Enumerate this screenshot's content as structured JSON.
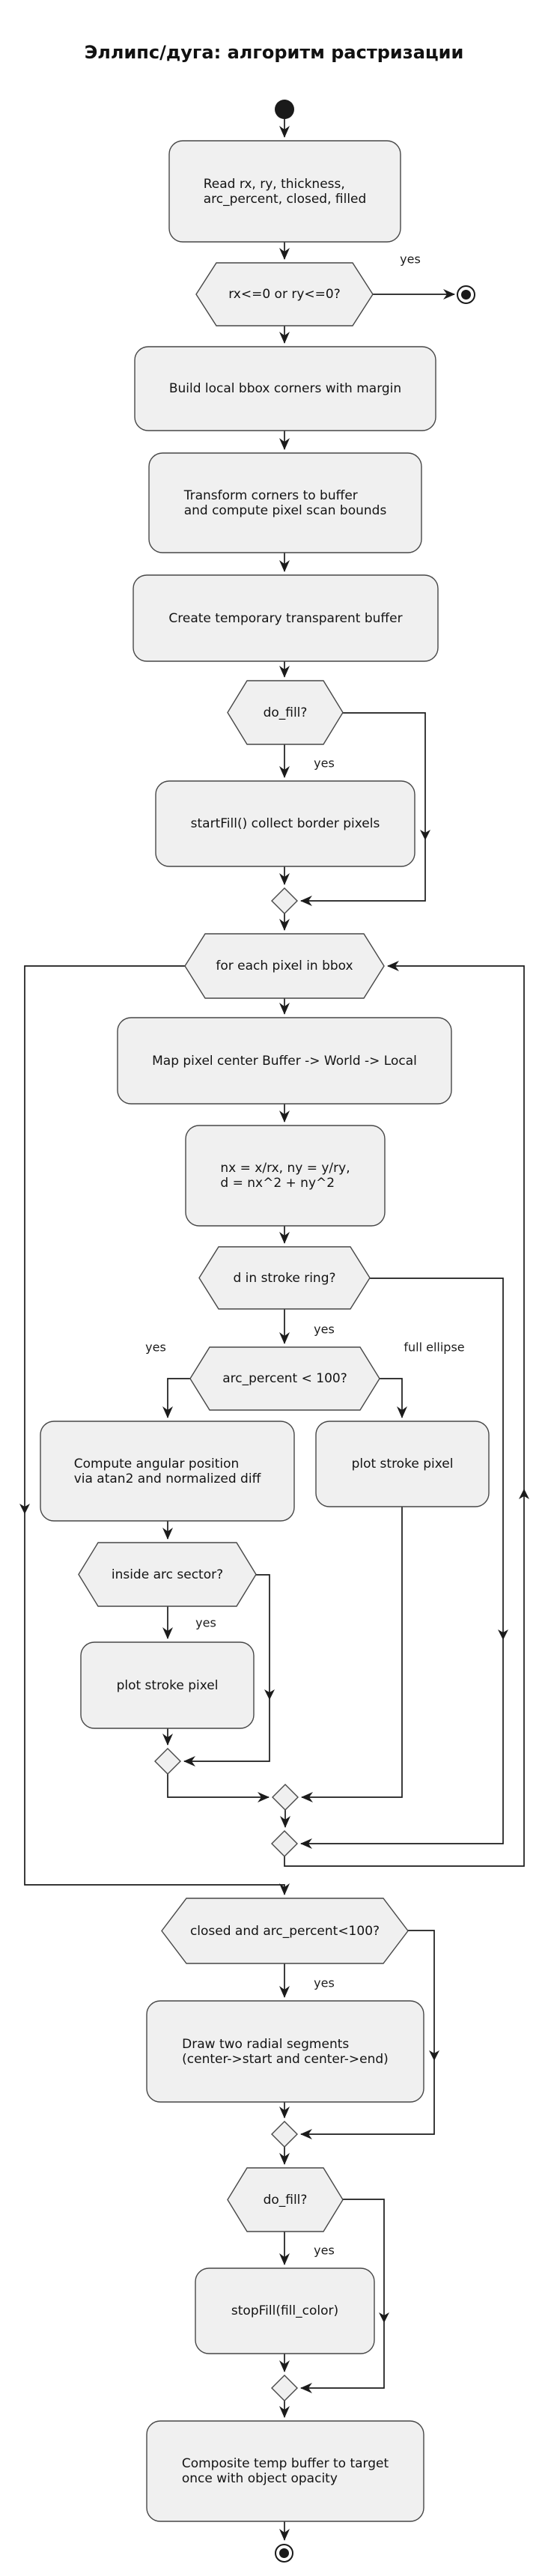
{
  "title": "Эллипс/дуга: алгоритм растризации",
  "colors": {
    "node_fill": "#f0f0f0",
    "node_border": "#474747",
    "edge": "#1b1b1b",
    "text": "#131313"
  },
  "nodes": {
    "read_params": {
      "lines": [
        "Read rx, ry, thickness,",
        "arc_percent, closed, filled"
      ]
    },
    "check_radii": {
      "label": "rx<=0 or ry<=0?"
    },
    "build_bbox": {
      "label": "Build local bbox corners with margin"
    },
    "transform_corners": {
      "lines": [
        "Transform corners to buffer",
        "and compute pixel scan bounds"
      ]
    },
    "create_buffer": {
      "label": "Create temporary transparent buffer"
    },
    "check_do_fill_1": {
      "label": "do_fill?"
    },
    "start_fill": {
      "label": "startFill() collect border pixels"
    },
    "loop_pixels": {
      "label": "for each pixel in bbox"
    },
    "map_pixel": {
      "label": "Map pixel center Buffer -> World -> Local"
    },
    "normalize": {
      "lines": [
        "nx = x/rx, ny = y/ry,",
        "d = nx^2 + ny^2"
      ]
    },
    "check_ring": {
      "label": "d in stroke ring?"
    },
    "check_arc": {
      "label": "arc_percent < 100?"
    },
    "compute_angle": {
      "lines": [
        "Compute angular position",
        "via atan2 and normalized diff"
      ]
    },
    "plot_full": {
      "label": "plot stroke pixel"
    },
    "check_sector": {
      "label": "inside arc sector?"
    },
    "plot_arc": {
      "label": "plot stroke pixel"
    },
    "check_closed": {
      "label": "closed and arc_percent<100?"
    },
    "draw_radials": {
      "lines": [
        "Draw two radial segments",
        "(center->start and center->end)"
      ]
    },
    "check_do_fill_2": {
      "label": "do_fill?"
    },
    "stop_fill": {
      "label": "stopFill(fill_color)"
    },
    "composite": {
      "lines": [
        "Composite temp buffer to target",
        "once with object opacity"
      ]
    }
  },
  "edge_labels": {
    "radii_yes": "yes",
    "fill1_yes": "yes",
    "ring_yes": "yes",
    "arc_yes": "yes",
    "arc_no": "full ellipse",
    "sector_yes": "yes",
    "closed_yes": "yes",
    "fill2_yes": "yes"
  }
}
